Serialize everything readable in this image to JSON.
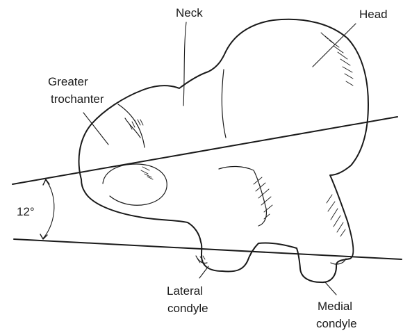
{
  "labels": {
    "neck": "Neck",
    "head": "Head",
    "greater_trochanter_line1": "Greater",
    "greater_trochanter_line2": "trochanter",
    "angle": "12°",
    "lateral_condyle_line1": "Lateral",
    "lateral_condyle_line2": "condyle",
    "medial_condyle_line1": "Medial",
    "medial_condyle_line2": "condyle"
  },
  "colors": {
    "ink": "#1a1a1a",
    "background": "#ffffff"
  }
}
